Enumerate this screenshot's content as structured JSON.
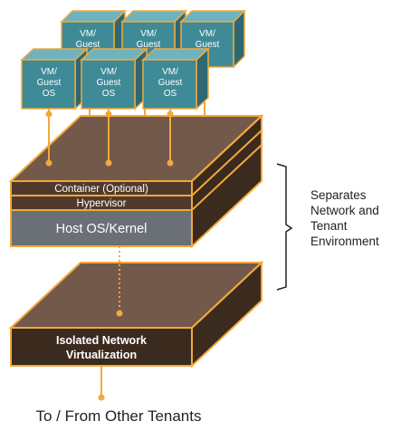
{
  "colors": {
    "layer_top": "#73594a",
    "layer_dark": "#3b2a1e",
    "layer_mid": "#513a2b",
    "host_front": "#6a7075",
    "vm_front": "#3f8a97",
    "vm_top": "#6fb3be",
    "vm_side": "#2d6873",
    "accent": "#f2a93b",
    "bracket": "#222222"
  },
  "vm_back": [
    {
      "label": "VM/\nGuest"
    },
    {
      "label": "VM/\nGuest"
    },
    {
      "label": "VM/\nGuest"
    }
  ],
  "vm_front": [
    {
      "label": "VM/\nGuest\nOS"
    },
    {
      "label": "VM/\nGuest\nOS"
    },
    {
      "label": "VM/\nGuest\nOS"
    }
  ],
  "layers": {
    "container": "Container (Optional)",
    "hypervisor": "Hypervisor",
    "host": "Host OS/Kernel"
  },
  "network_box": {
    "line1": "Isolated Network",
    "line2": "Virtualization"
  },
  "side_label": {
    "lines": [
      "Separates",
      "Network and",
      "Tenant",
      "Environment"
    ]
  },
  "bottom_label": "To / From Other Tenants"
}
